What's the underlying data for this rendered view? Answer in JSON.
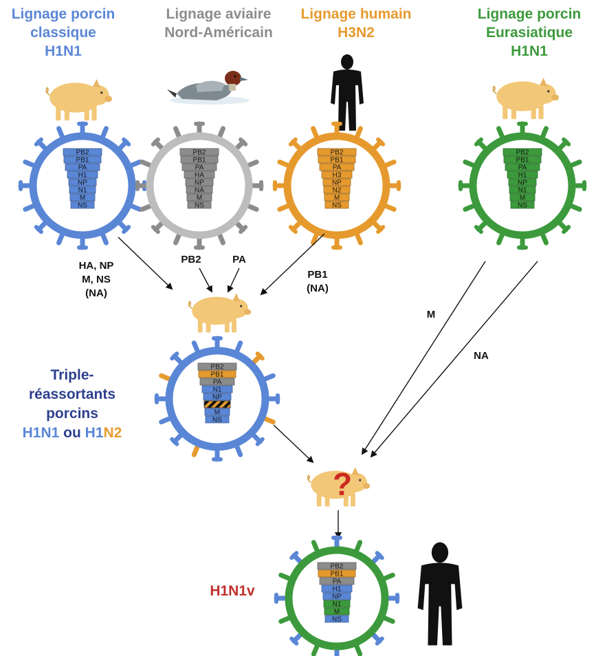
{
  "colors": {
    "classic_swine": "#5a86d6",
    "avian": "#8c8c8c",
    "human": "#e69a2e",
    "eurasian_swine": "#3c9a3c",
    "pig_body": "#f2c777",
    "h1n1v": "#c0302b",
    "question": "#cc2a20"
  },
  "lineages": [
    {
      "id": "classic",
      "lines": [
        "Lignage porcin",
        "classique",
        "H1N1"
      ],
      "segments": [
        "PB2",
        "PB1",
        "PA",
        "H1",
        "NP",
        "N1",
        "M",
        "NS"
      ]
    },
    {
      "id": "avian",
      "lines": [
        "Lignage aviaire",
        "Nord-Américain"
      ],
      "segments": [
        "PB2",
        "PB1",
        "PA",
        "HA",
        "NP",
        "NA",
        "M",
        "NS"
      ]
    },
    {
      "id": "human",
      "lines": [
        "Lignage humain",
        "H3N2"
      ],
      "segments": [
        "PB2",
        "PB1",
        "PA",
        "H3",
        "NP",
        "N2",
        "M",
        "NS"
      ]
    },
    {
      "id": "eurasian",
      "lines": [
        "Lignage porcin",
        "Eurasiatique",
        "H1N1"
      ],
      "segments": [
        "PB2",
        "PB1",
        "PA",
        "H1",
        "NP",
        "N1",
        "M",
        "NS"
      ]
    }
  ],
  "arrow_labels": {
    "classic_1": "HA, NP",
    "classic_2": "M, NS",
    "classic_3": "(NA)",
    "avian_pb2": "PB2",
    "avian_pa": "PA",
    "human_1": "PB1",
    "human_2": "(NA)",
    "eurasian_m": "M",
    "eurasian_na": "NA"
  },
  "triple": {
    "line1": "Triple-",
    "line2": "réassortants",
    "line3": "porcins",
    "part_h1n1": "H1N1",
    "part_ou": " ou ",
    "part_h1": "H1",
    "part_n2": "N2",
    "segments": [
      "PB2",
      "PB1",
      "PA",
      "N1",
      "NP",
      "",
      "M",
      "NS"
    ]
  },
  "question_mark": "?",
  "final": {
    "label": "H1N1v",
    "segments": [
      "PB2",
      "PB1",
      "PA",
      "H1",
      "NP",
      "N1",
      "M",
      "NS"
    ]
  }
}
